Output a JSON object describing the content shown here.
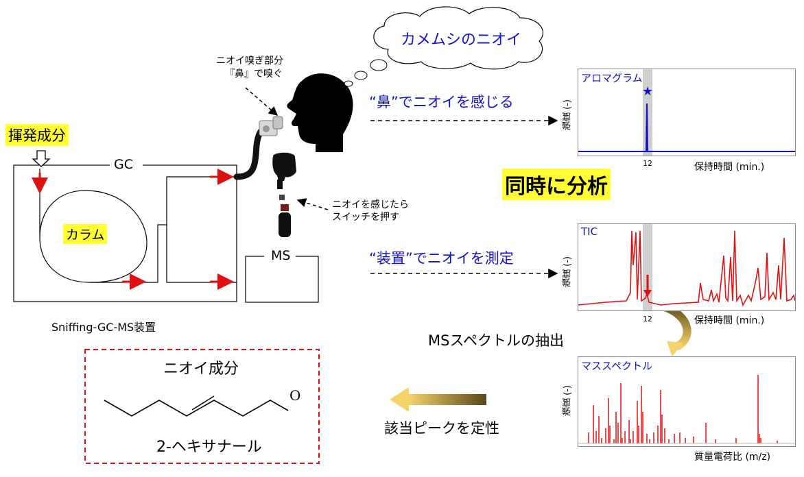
{
  "left": {
    "volatile_label": "揮発成分",
    "gc_label": "GC",
    "column_label": "カラム",
    "ms_label": "MS",
    "device_caption": "Sniffing-GC-MS装置",
    "sniff_port_note_1": "ニオイ嗅ぎ部分",
    "sniff_port_note_2": "『鼻』で嗅ぐ",
    "switch_note_1": "ニオイを感じたら",
    "switch_note_2": "スイッチを押す"
  },
  "thought": "カメムシのニオイ",
  "nose_text": "“鼻”でニオイを感じる",
  "device_text": "“装置”でニオイを測定",
  "simultaneous": "同時に分析",
  "extract_text": "MSスペクトルの抽出",
  "identify_text": "該当ピークを定性",
  "odor_box": {
    "title": "ニオイ成分",
    "compound": "2-ヘキサナール",
    "atom_o": "O"
  },
  "colors": {
    "blue": "#1010d0",
    "red": "#e01010",
    "highlight": "#ffff33"
  },
  "chart_data": [
    {
      "type": "line",
      "title": "アロマグラム",
      "ylabel": "強度 (-)",
      "xlabel": "保持時間 (min.)",
      "xtick": "12",
      "marker": "★",
      "color": "#1010d0",
      "peaks": [
        {
          "x": 12,
          "y": 1.0
        }
      ]
    },
    {
      "type": "line",
      "title": "TIC",
      "ylabel": "強度 (-)",
      "xlabel": "保持時間 (min.)",
      "xtick": "12",
      "color": "#e01010"
    },
    {
      "type": "bar",
      "title": "マススペクトル",
      "ylabel": "強度 (-)",
      "xlabel": "質量電荷比 (m/z)",
      "color": "#e01010"
    }
  ]
}
